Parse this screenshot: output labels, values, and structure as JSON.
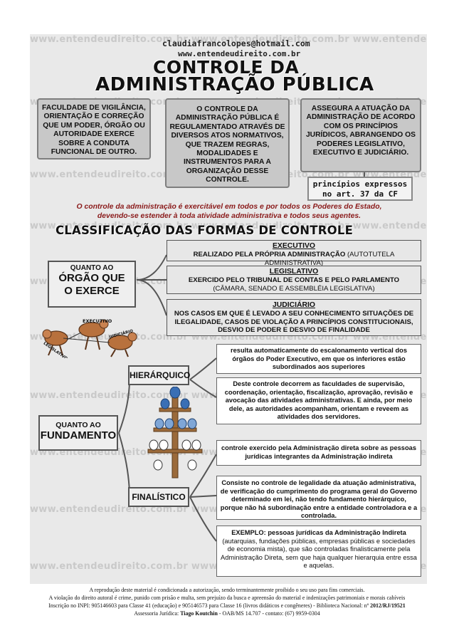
{
  "header": {
    "email": "claudiafrancolopes@hotmail.com",
    "site": "www.entendeudireito.com.br",
    "title_line1": "CONTROLE DA",
    "title_line2": "ADMINISTRAÇÃO PÚBLICA"
  },
  "watermark": "www.entendeudireito.com.br",
  "top_boxes": {
    "left": "FACULDADE DE VIGILÂNCIA, ORIENTAÇÃO E CORREÇÃO QUE UM PODER, ÓRGÃO OU AUTORIDADE EXERCE SOBRE A CONDUTA FUNCIONAL DE OUTRO.",
    "middle": "O CONTROLE DA ADMINISTRAÇÃO PÚBLICA É REGULAMENTADO ATRAVÉS DE DIVERSOS ATOS NORMATIVOS, QUE TRAZEM REGRAS, MODALIDADES E INSTRUMENTOS PARA A ORGANIZAÇÃO DESSE CONTROLE.",
    "right": "ASSEGURA A ATUAÇÃO DA ADMINISTRAÇÃO DE ACORDO COM OS PRINCÍPIOS JURÍDICOS, ABRANGENDO OS PODERES LEGISLATIVO, EXECUTIVO E JUDICIÁRIO."
  },
  "principles_box": {
    "line1": "princípios expressos",
    "line2": "no art. 37 da CF"
  },
  "red_note": {
    "line1": "O controle da administração é exercitável em todos e por todos os Poderes do Estado,",
    "line2": "devendo-se estender à toda atividade administrativa e todos seus agentes."
  },
  "section_title": "CLASSIFICAÇÃO DAS FORMAS DE CONTROLE",
  "orgao": {
    "label_line1": "QUANTO AO",
    "label_line2": "ÓRGÃO QUE",
    "label_line3": "O EXERCE",
    "executivo_title": "EXECUTIVO",
    "executivo_bold": "REALIZADO PELA PRÓPRIA ADMINISTRAÇÃO",
    "executivo_rest": " (AUTOTUTELA ADMINISTRATIVA)",
    "legislativo_title": "LEGISLATIVO",
    "legislativo_line1": "EXERCIDO PELO TRIBUNAL DE CONTAS E PELO PARLAMENTO",
    "legislativo_line2": "(CÂMARA, SENADO E ASSEMBLÉIA LEGISLATIVA)",
    "judiciario_title": "JUDICIÁRIO",
    "judiciario_text": "NOS CASOS EM QUE É LEVADO A SEU CONHECIMENTO SITUAÇÕES DE ILEGALIDADE, CASOS DE VIOLAÇÃO A PRINCÍPIOS CONSTITUCIONAIS, DESVIO DE PODER E DESVIO DE FINALIDADE",
    "cartoon_labels": [
      "EXECUTIVO",
      "LEGISLATIVO",
      "JUDICIÁRIO"
    ]
  },
  "fundamento": {
    "label_line1": "QUANTO AO",
    "label_line2": "FUNDAMENTO",
    "hierarquico_label": "HIERÁRQUICO",
    "finalistico_label": "FINALÍSTICO",
    "hier_box1": "resulta automaticamente do escalonamento vertical dos órgãos do Poder Executivo, em que os inferiores estão subordinados aos superiores",
    "hier_box2": "Deste controle decorrem as faculdades de supervisão, coordenação, orientação, fiscalização, aprovação, revisão e avocação das atividades administrativas. E ainda, por meio dele, as autoridades acompanham, orientam e reveem as atividades dos servidores.",
    "fin_box1": "controle exercido pela Administração direta sobre as pessoas jurídicas integrantes da Administração indireta",
    "fin_box2": "Consiste no controle de legalidade da atuação administrativa, de verificação do cumprimento do programa geral do Governo determinado em lei, não tendo fundamento hierárquico, porque não há subordinação entre a entidade controladora e a controlada.",
    "fin_box3_lead": "EXEMPLO: pessoas jurídicas da Administração Indireta",
    "fin_box3_rest": "(autarquias, fundações públicas, empresas públicas e sociedades de economia mista), que são controladas finalisticamente pela Administração Direta, sem que haja qualquer hierarquia entre essa e aquelas."
  },
  "footer": {
    "line1": "A reprodução deste material é condicionada a autorização, sendo terminantemente proibido o seu uso para fins comerciais.",
    "line2": "A violação do direito autoral é crime, punido com prisão e multa, sem prejuízo da busca e apreensão do material e indenizações patrimoniais e morais cabíveis",
    "line3_pre": "Inscrição no INPI: 905146603 para Classe 41 (educação) e 905146573 para Classe 16 (livros didáticos e congêneres) - Biblioteca Nacional: nº ",
    "line3_bold": "2012/RJ/19521",
    "line4_pre": "Assessoria Jurídica: ",
    "line4_bold": "Tiago Koutchin",
    "line4_post": " - OAB/MS 14.707 - contato: (67) 9959-0304"
  }
}
